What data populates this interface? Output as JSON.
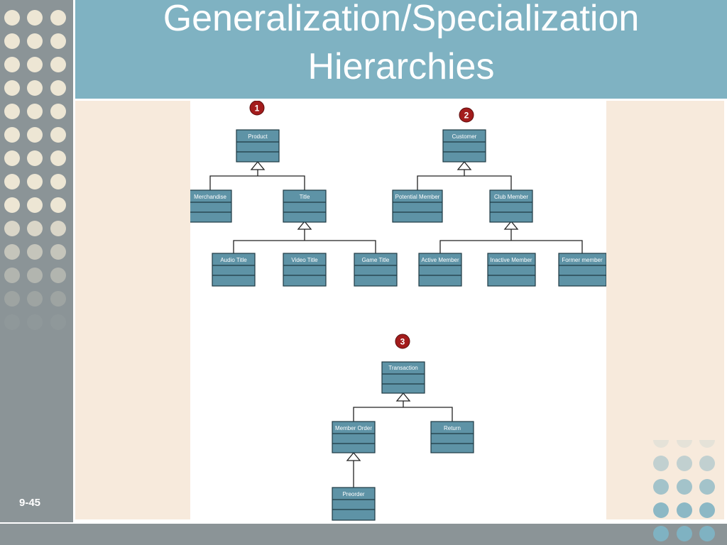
{
  "slide": {
    "title_line1": "Generalization/Specialization",
    "title_line2": "Hierarchies",
    "page_number": "9-45"
  },
  "colors": {
    "sidebar": "#8b9497",
    "title_bar": "#7fb2c2",
    "content_background": "#f7eadc",
    "class_box_fill": "#5e93a6",
    "badge_fill": "#a31c1c"
  },
  "diagram": {
    "badges": [
      "1",
      "2",
      "3"
    ],
    "classes": {
      "product": "Product",
      "merchandise": "Merchandise",
      "title": "Title",
      "audio_title": "Audio Title",
      "video_title": "Video Title",
      "game_title": "Game Title",
      "customer": "Customer",
      "potential_member": "Potential Member",
      "club_member": "Club Member",
      "active_member": "Active Member",
      "inactive_member": "Inactive Member",
      "former_member": "Former member",
      "transaction": "Transaction",
      "member_order": "Member Order",
      "return": "Return",
      "preorder": "Preorder"
    }
  }
}
